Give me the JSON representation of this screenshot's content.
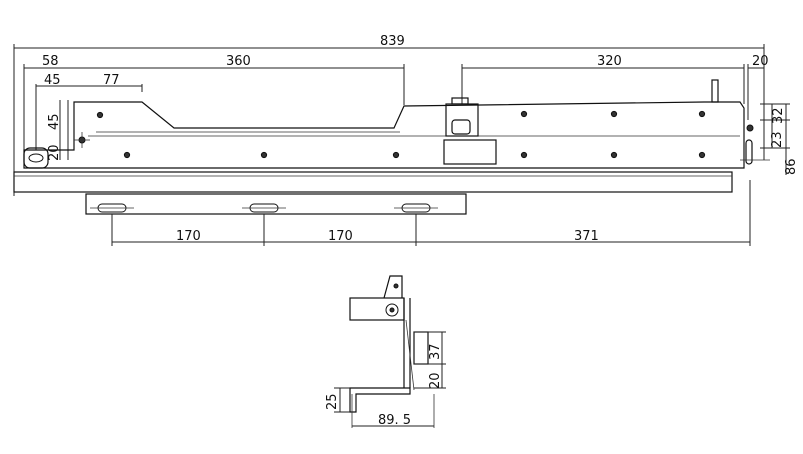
{
  "top_view": {
    "overall_length": "839",
    "left_offset": "58",
    "cutout_length": "360",
    "right_section": "320",
    "right_offset": "20",
    "inner_left_a": "45",
    "inner_left_b": "77",
    "vertical_left_45": "45",
    "vertical_left_20": "20",
    "height_32": "32",
    "height_23": "23",
    "height_86": "86",
    "slot_pitch_1": "170",
    "slot_pitch_2": "170",
    "slot_to_end": "371"
  },
  "side_view": {
    "height_37": "37",
    "height_20": "20",
    "height_25": "25",
    "width_89_5": "89. 5"
  },
  "colors": {
    "line": "#111111",
    "background": "#ffffff"
  }
}
